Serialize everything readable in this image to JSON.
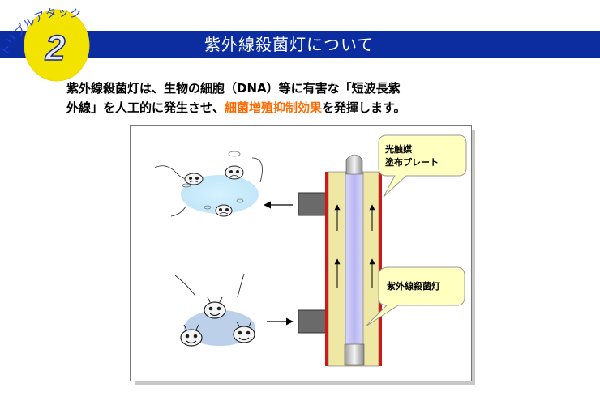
{
  "header": {
    "badge_number": "2",
    "badge_text": "トリプルアタック",
    "title": "紫外線殺菌灯について"
  },
  "intro": {
    "line1": "紫外線殺菌灯は、生物の細胞（DNA）等に有害な「短波長紫",
    "line2_pre": "外線」を人工的に発生させ、",
    "line2_highlight": "細菌増殖抑制効果",
    "line2_post": "を発揮します。"
  },
  "diagram": {
    "callout_top_line1": "光触媒",
    "callout_top_line2": "塗布プレート",
    "callout_bottom": "紫外線殺菌灯"
  },
  "colors": {
    "header_bg": "#0b2d9f",
    "badge_fill": "#f3e400",
    "highlight": "#ff6a00",
    "tube_glow": "#c9c8f6",
    "plate": "#efe7a4",
    "callout_fill": "#ffffbf"
  }
}
